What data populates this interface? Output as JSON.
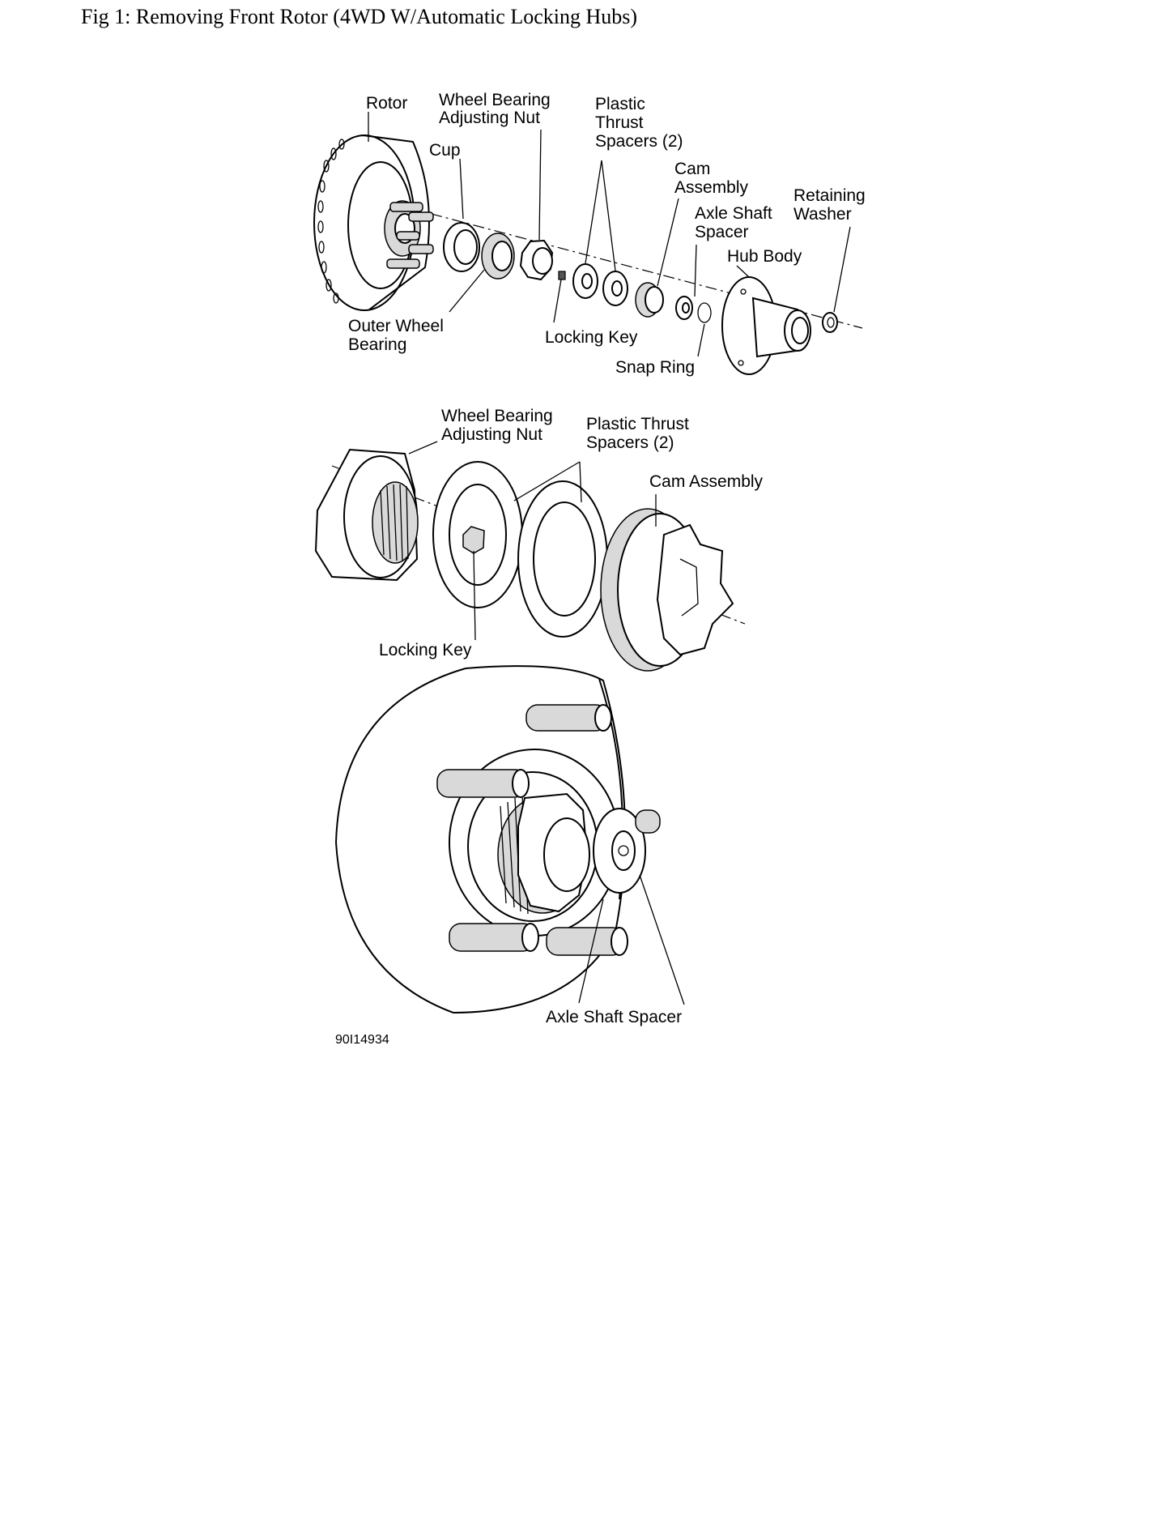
{
  "caption": "Fig 1: Removing Front Rotor (4WD W/Automatic Locking Hubs)",
  "figure_id": "90I14934",
  "top_view": {
    "labels": {
      "rotor": "Rotor",
      "nut_1": "Wheel Bearing",
      "nut_2": "Adjusting Nut",
      "cup": "Cup",
      "spacers_1": "Plastic",
      "spacers_2": "Thrust",
      "spacers_3": "Spacers (2)",
      "cam_1": "Cam",
      "cam_2": "Assembly",
      "washer_1": "Retaining",
      "washer_2": "Washer",
      "axle_spacer_1": "Axle Shaft",
      "axle_spacer_2": "Spacer",
      "hub_body": "Hub Body",
      "outer_bearing_1": "Outer Wheel",
      "outer_bearing_2": "Bearing",
      "locking_key": "Locking Key",
      "snap_ring": "Snap Ring"
    }
  },
  "middle_view": {
    "labels": {
      "nut_1": "Wheel Bearing",
      "nut_2": "Adjusting Nut",
      "spacers_1": "Plastic Thrust",
      "spacers_2": "Spacers (2)",
      "cam": "Cam Assembly",
      "locking_key": "Locking Key"
    }
  },
  "bottom_view": {
    "labels": {
      "axle_spacer": "Axle Shaft Spacer"
    }
  }
}
